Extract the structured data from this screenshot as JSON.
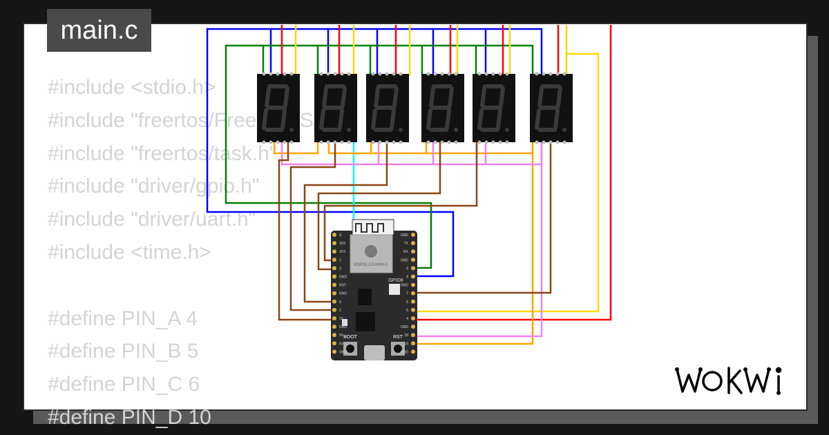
{
  "editor": {
    "file_tab": "main.c",
    "code_lines": [
      "#include <stdio.h>",
      "#include \"freertos/FreeRTOS.h\"",
      "#include \"freertos/task.h\"",
      "#include \"driver/gpio.h\"",
      "#include \"driver/uart.h\"",
      "#include <time.h>",
      "",
      "#define PIN_A 4",
      "#define PIN_B 5",
      "#define PIN_C 6",
      "#define PIN_D 10"
    ]
  },
  "board": {
    "module_label": "ESP32-C3-MINI-1",
    "gpio_label": "GPIO8",
    "boot_label": "BOOT",
    "rst_label": "RST",
    "left_pins": [
      "G",
      "3V3",
      "3V3",
      "2",
      "3",
      "GND",
      "RST",
      "GND",
      "0",
      "1",
      "10",
      "GND",
      "5V",
      "5V",
      "GND"
    ],
    "right_pins": [
      "GND",
      "TX",
      "RX",
      "GND",
      "9",
      "8",
      "GND",
      "7",
      "6",
      "5",
      "4",
      "GND",
      "18",
      "19",
      "GND"
    ]
  },
  "displays": {
    "count": 6,
    "digit_shown": "8"
  },
  "branding": {
    "logo": "WOKWI"
  },
  "colors": {
    "background": "#161616",
    "card": "#ffffff",
    "tab": "#4a4a4a",
    "code_text": "#d4d4d4",
    "wire_blue": "#0000ff",
    "wire_green": "#008000",
    "wire_red": "#ff0000",
    "wire_yellow": "#ffd700",
    "wire_brown": "#8b4513",
    "wire_violet": "#ee82ee",
    "wire_orange": "#ffa500",
    "wire_cyan": "#00ffff",
    "board": "#2b2b2b",
    "display_body": "#111111",
    "segment_off": "#3a3a3a"
  }
}
